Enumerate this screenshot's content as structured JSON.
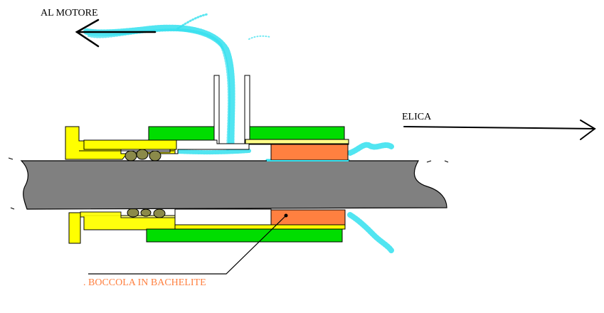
{
  "labels": {
    "motor": "AL MOTORE",
    "propeller": "ELICA",
    "bushing": ". BOCCOLA IN BACHELITE"
  },
  "colors": {
    "shaft": "#808080",
    "housing": "#00dd00",
    "fitting": "#ffff00",
    "fitting_light": "#ffff88",
    "bushing": "#ff8040",
    "water": "#33e0ee",
    "o_ring": "#8b8a4a",
    "line": "#000000",
    "bushing_label": "#ff8040"
  },
  "icons": {
    "motor_arrow": "arrow-left-icon",
    "propeller_arrow": "arrow-right-icon"
  }
}
